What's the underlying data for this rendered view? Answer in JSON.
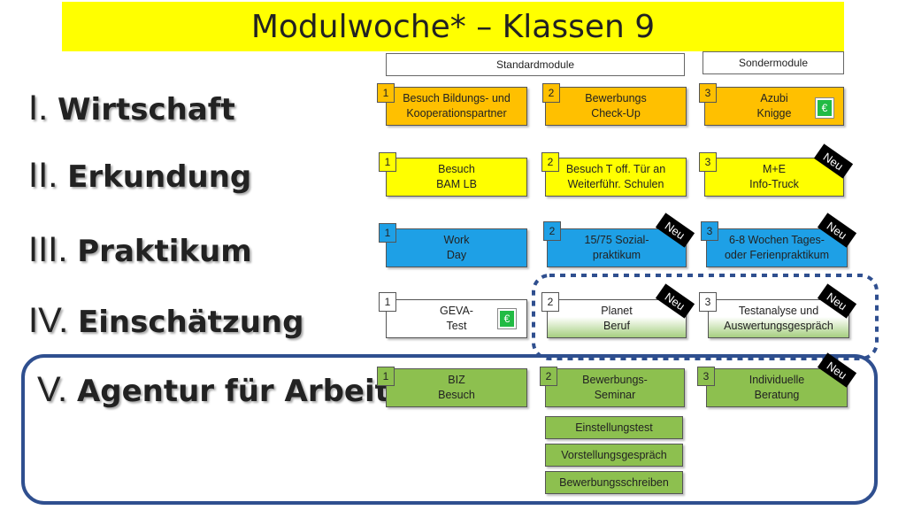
{
  "title": "Modulwoche* – Klassen 9",
  "headers": {
    "standard": "Standardmodule",
    "special": "Sondermodule"
  },
  "rows": [
    {
      "num": "I.",
      "label": "Wirtschaft"
    },
    {
      "num": "II.",
      "label": "Erkundung"
    },
    {
      "num": "III.",
      "label": "Praktikum"
    },
    {
      "num": "IV.",
      "label": "Einschätzung"
    },
    {
      "num": "V.",
      "label": "Agentur für Arbeit"
    }
  ],
  "modules": {
    "r1": [
      {
        "n": "1",
        "line1": "Besuch Bildungs- und",
        "line2": "Kooperationspartner"
      },
      {
        "n": "2",
        "line1": "Bewerbungs",
        "line2": "Check-Up"
      },
      {
        "n": "3",
        "line1": "Azubi",
        "line2": "Knigge"
      }
    ],
    "r2": [
      {
        "n": "1",
        "line1": "Besuch",
        "line2": "BAM LB"
      },
      {
        "n": "2",
        "line1": "Besuch T off. Tür an",
        "line2": "Weiterführ. Schulen"
      },
      {
        "n": "3",
        "line1": "M+E",
        "line2": "Info-Truck"
      }
    ],
    "r3": [
      {
        "n": "1",
        "line1": "Work",
        "line2": "Day"
      },
      {
        "n": "2",
        "line1": "15/75 Sozial-",
        "line2": "praktikum"
      },
      {
        "n": "3",
        "line1": "6-8 Wochen Tages-",
        "line2": "oder Ferienpraktikum"
      }
    ],
    "r4": [
      {
        "n": "1",
        "line1": "GEVA-",
        "line2": "Test"
      },
      {
        "n": "2",
        "line1": "Planet",
        "line2": "Beruf"
      },
      {
        "n": "3",
        "line1": "Testanalyse und",
        "line2": "Auswertungsgespräch"
      }
    ],
    "r5": [
      {
        "n": "1",
        "line1": "BIZ",
        "line2": "Besuch"
      },
      {
        "n": "2",
        "line1": "Bewerbungs-",
        "line2": "Seminar"
      },
      {
        "n": "3",
        "line1": "Individuelle",
        "line2": "Beratung"
      }
    ]
  },
  "subitems": [
    "Einstellungstest",
    "Vorstellungsgespräch",
    "Bewerbungsschreiben"
  ],
  "badges": {
    "euro": "€",
    "neu": "Neu"
  },
  "colors": {
    "title_bg": "#ffff00",
    "wirtschaft": "#ffc000",
    "erkundung": "#ffff00",
    "praktikum": "#1ea0e6",
    "agentur": "#8dc04f",
    "euro": "#22bb44",
    "frame": "#2f4f8f"
  }
}
